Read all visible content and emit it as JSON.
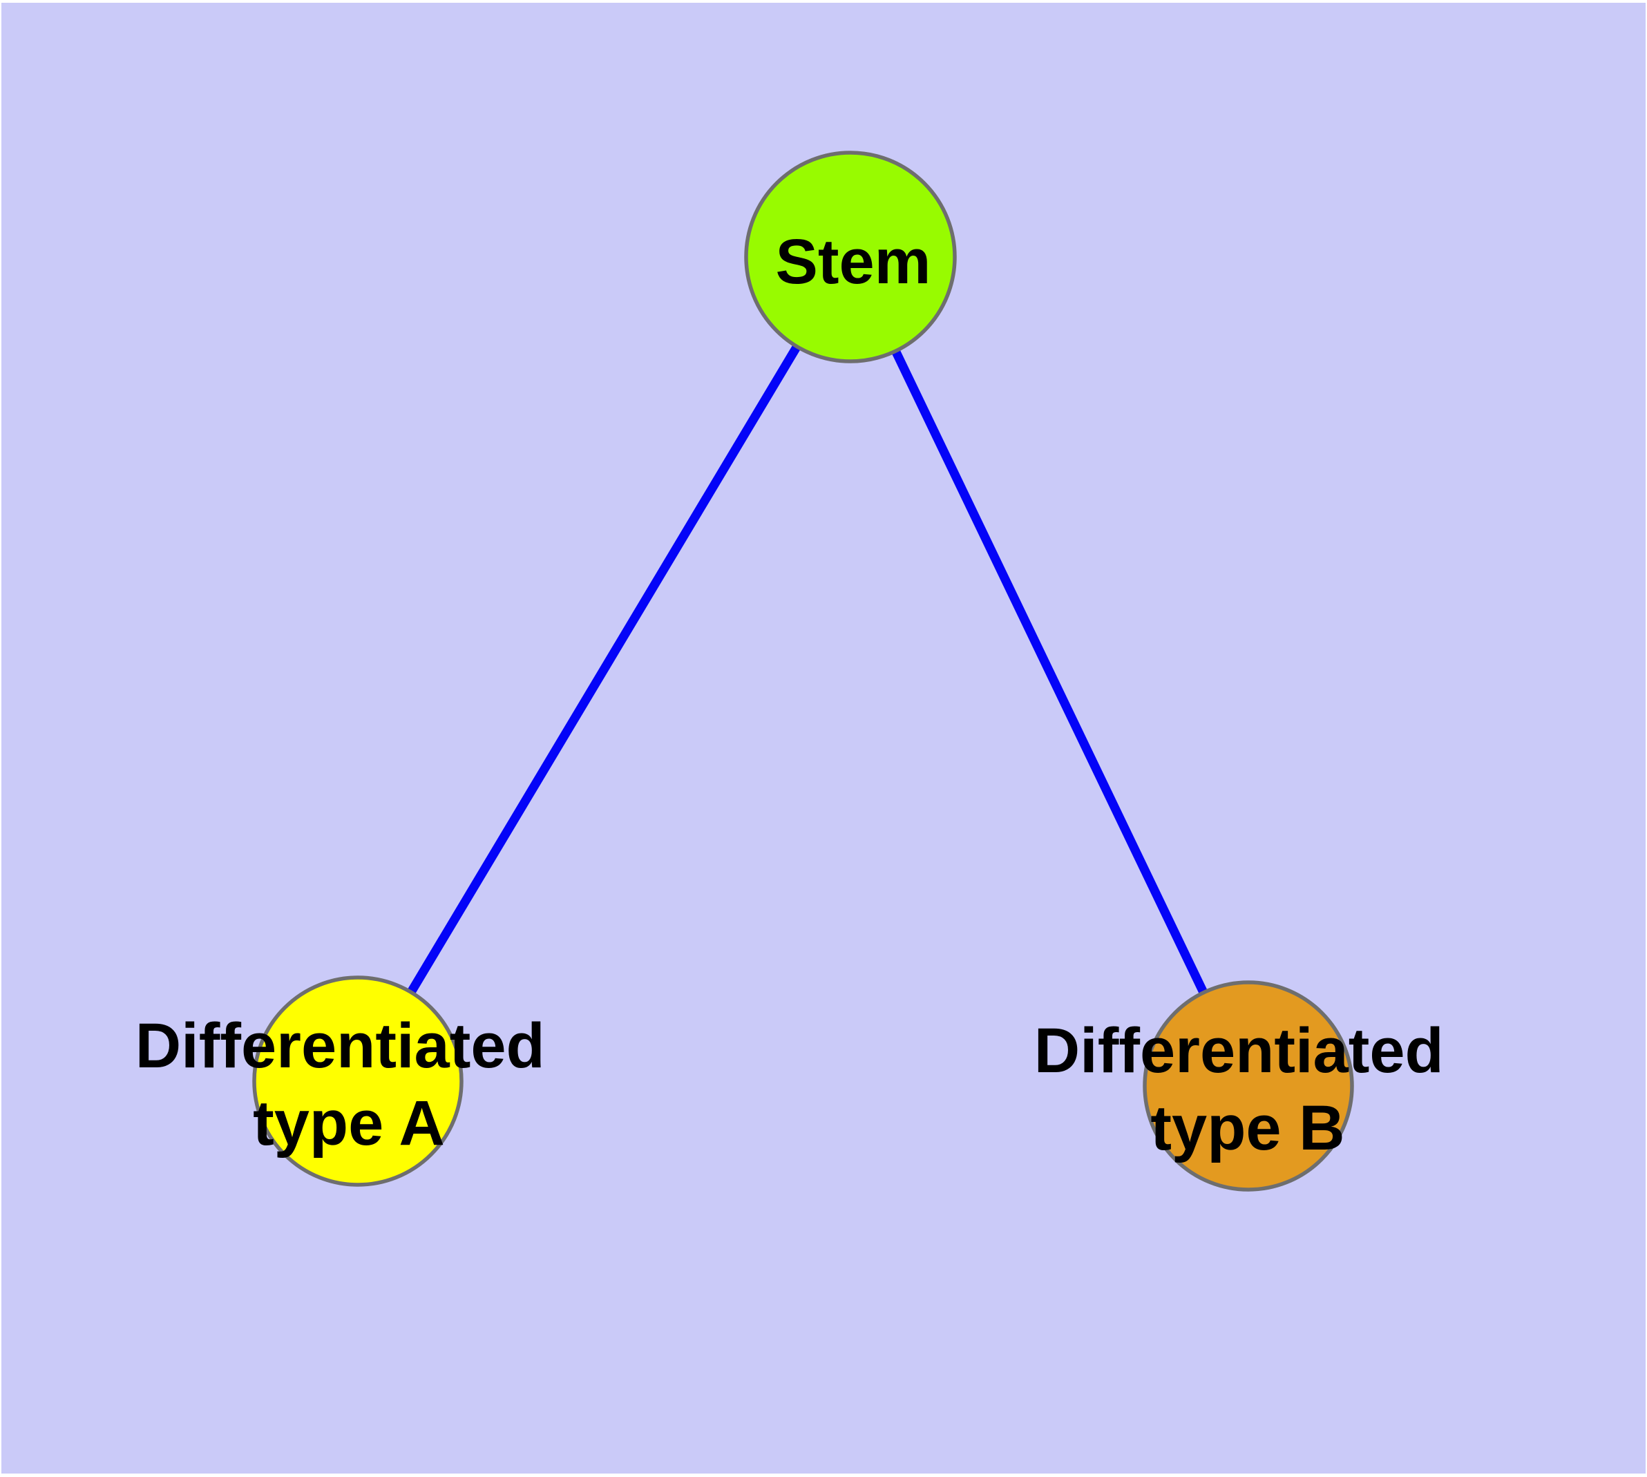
{
  "diagram": {
    "description": "Cell differentiation graph: a stem node connected to two differentiated cell type nodes",
    "background_color": "#cacaf8",
    "edge_color": "#0404f8",
    "node_border_color": "#6e6e6e",
    "nodes": [
      {
        "id": "stem",
        "label": "Stem",
        "label_line1": "Stem",
        "label_line2": "",
        "fill": "#98fb00"
      },
      {
        "id": "differentiated-type-a",
        "label": "Differentiated type A",
        "label_line1": "Differentiated",
        "label_line2": "type A",
        "fill": "#ffff00"
      },
      {
        "id": "differentiated-type-b",
        "label": "Differentiated type B",
        "label_line1": "Differentiated",
        "label_line2": "type B",
        "fill": "#e39a20"
      }
    ],
    "edges": [
      {
        "from": "Stem",
        "to": "Differentiated type A"
      },
      {
        "from": "Stem",
        "to": "Differentiated type B"
      }
    ]
  }
}
